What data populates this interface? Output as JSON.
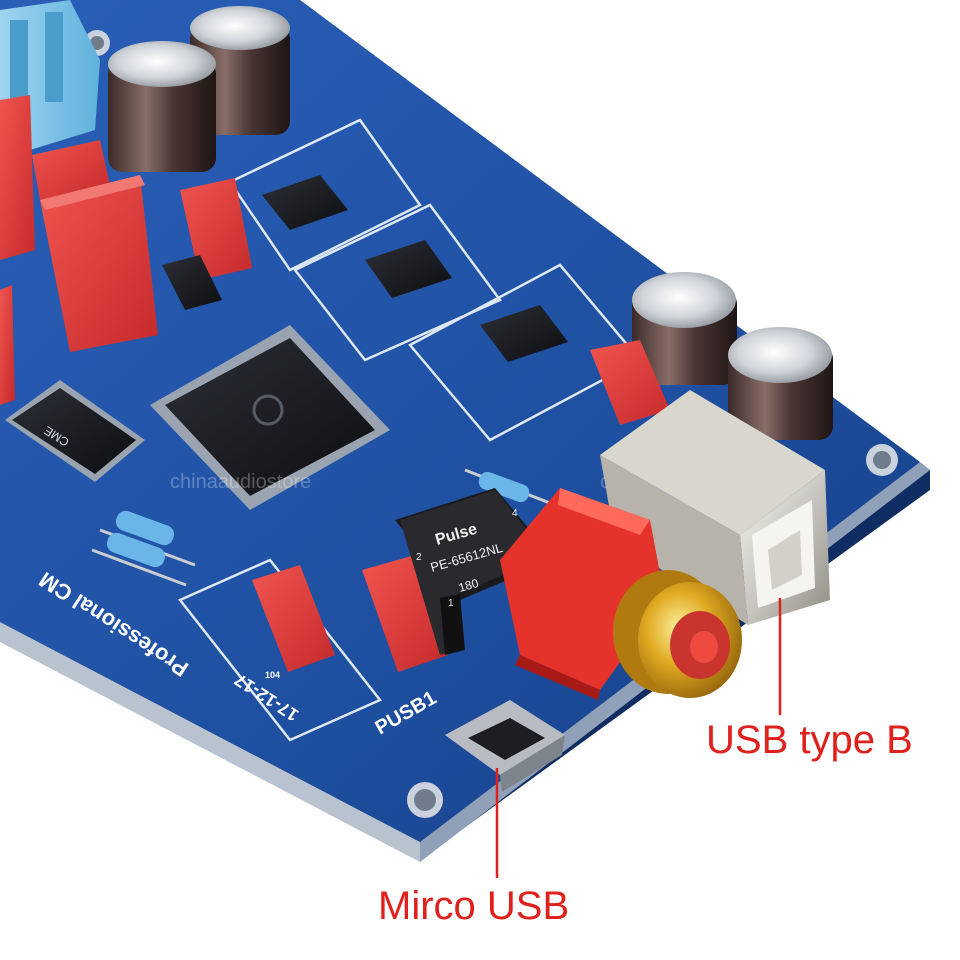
{
  "callouts": {
    "usb_b": "USB type B",
    "micro_usb": "Mirco USB"
  },
  "board": {
    "silkscreen_title": "Professional CM",
    "date_code": "17-12-17",
    "usb_port_label": "PUSB1",
    "pulse_brand": "Pulse",
    "pulse_part": "PE-65612NL",
    "pulse_code": "180",
    "pulse_pin2": "2",
    "pulse_pin4": "4",
    "pulse_pin1": "1",
    "chip_brand": "CME",
    "cap_label": "104",
    "watermark": "chinaaudiostore"
  },
  "colors": {
    "pcb": "#1e4fa0",
    "callout_text": "#e0201b",
    "capacitor": "#e2393a",
    "rca_gold": "#d9a520"
  }
}
